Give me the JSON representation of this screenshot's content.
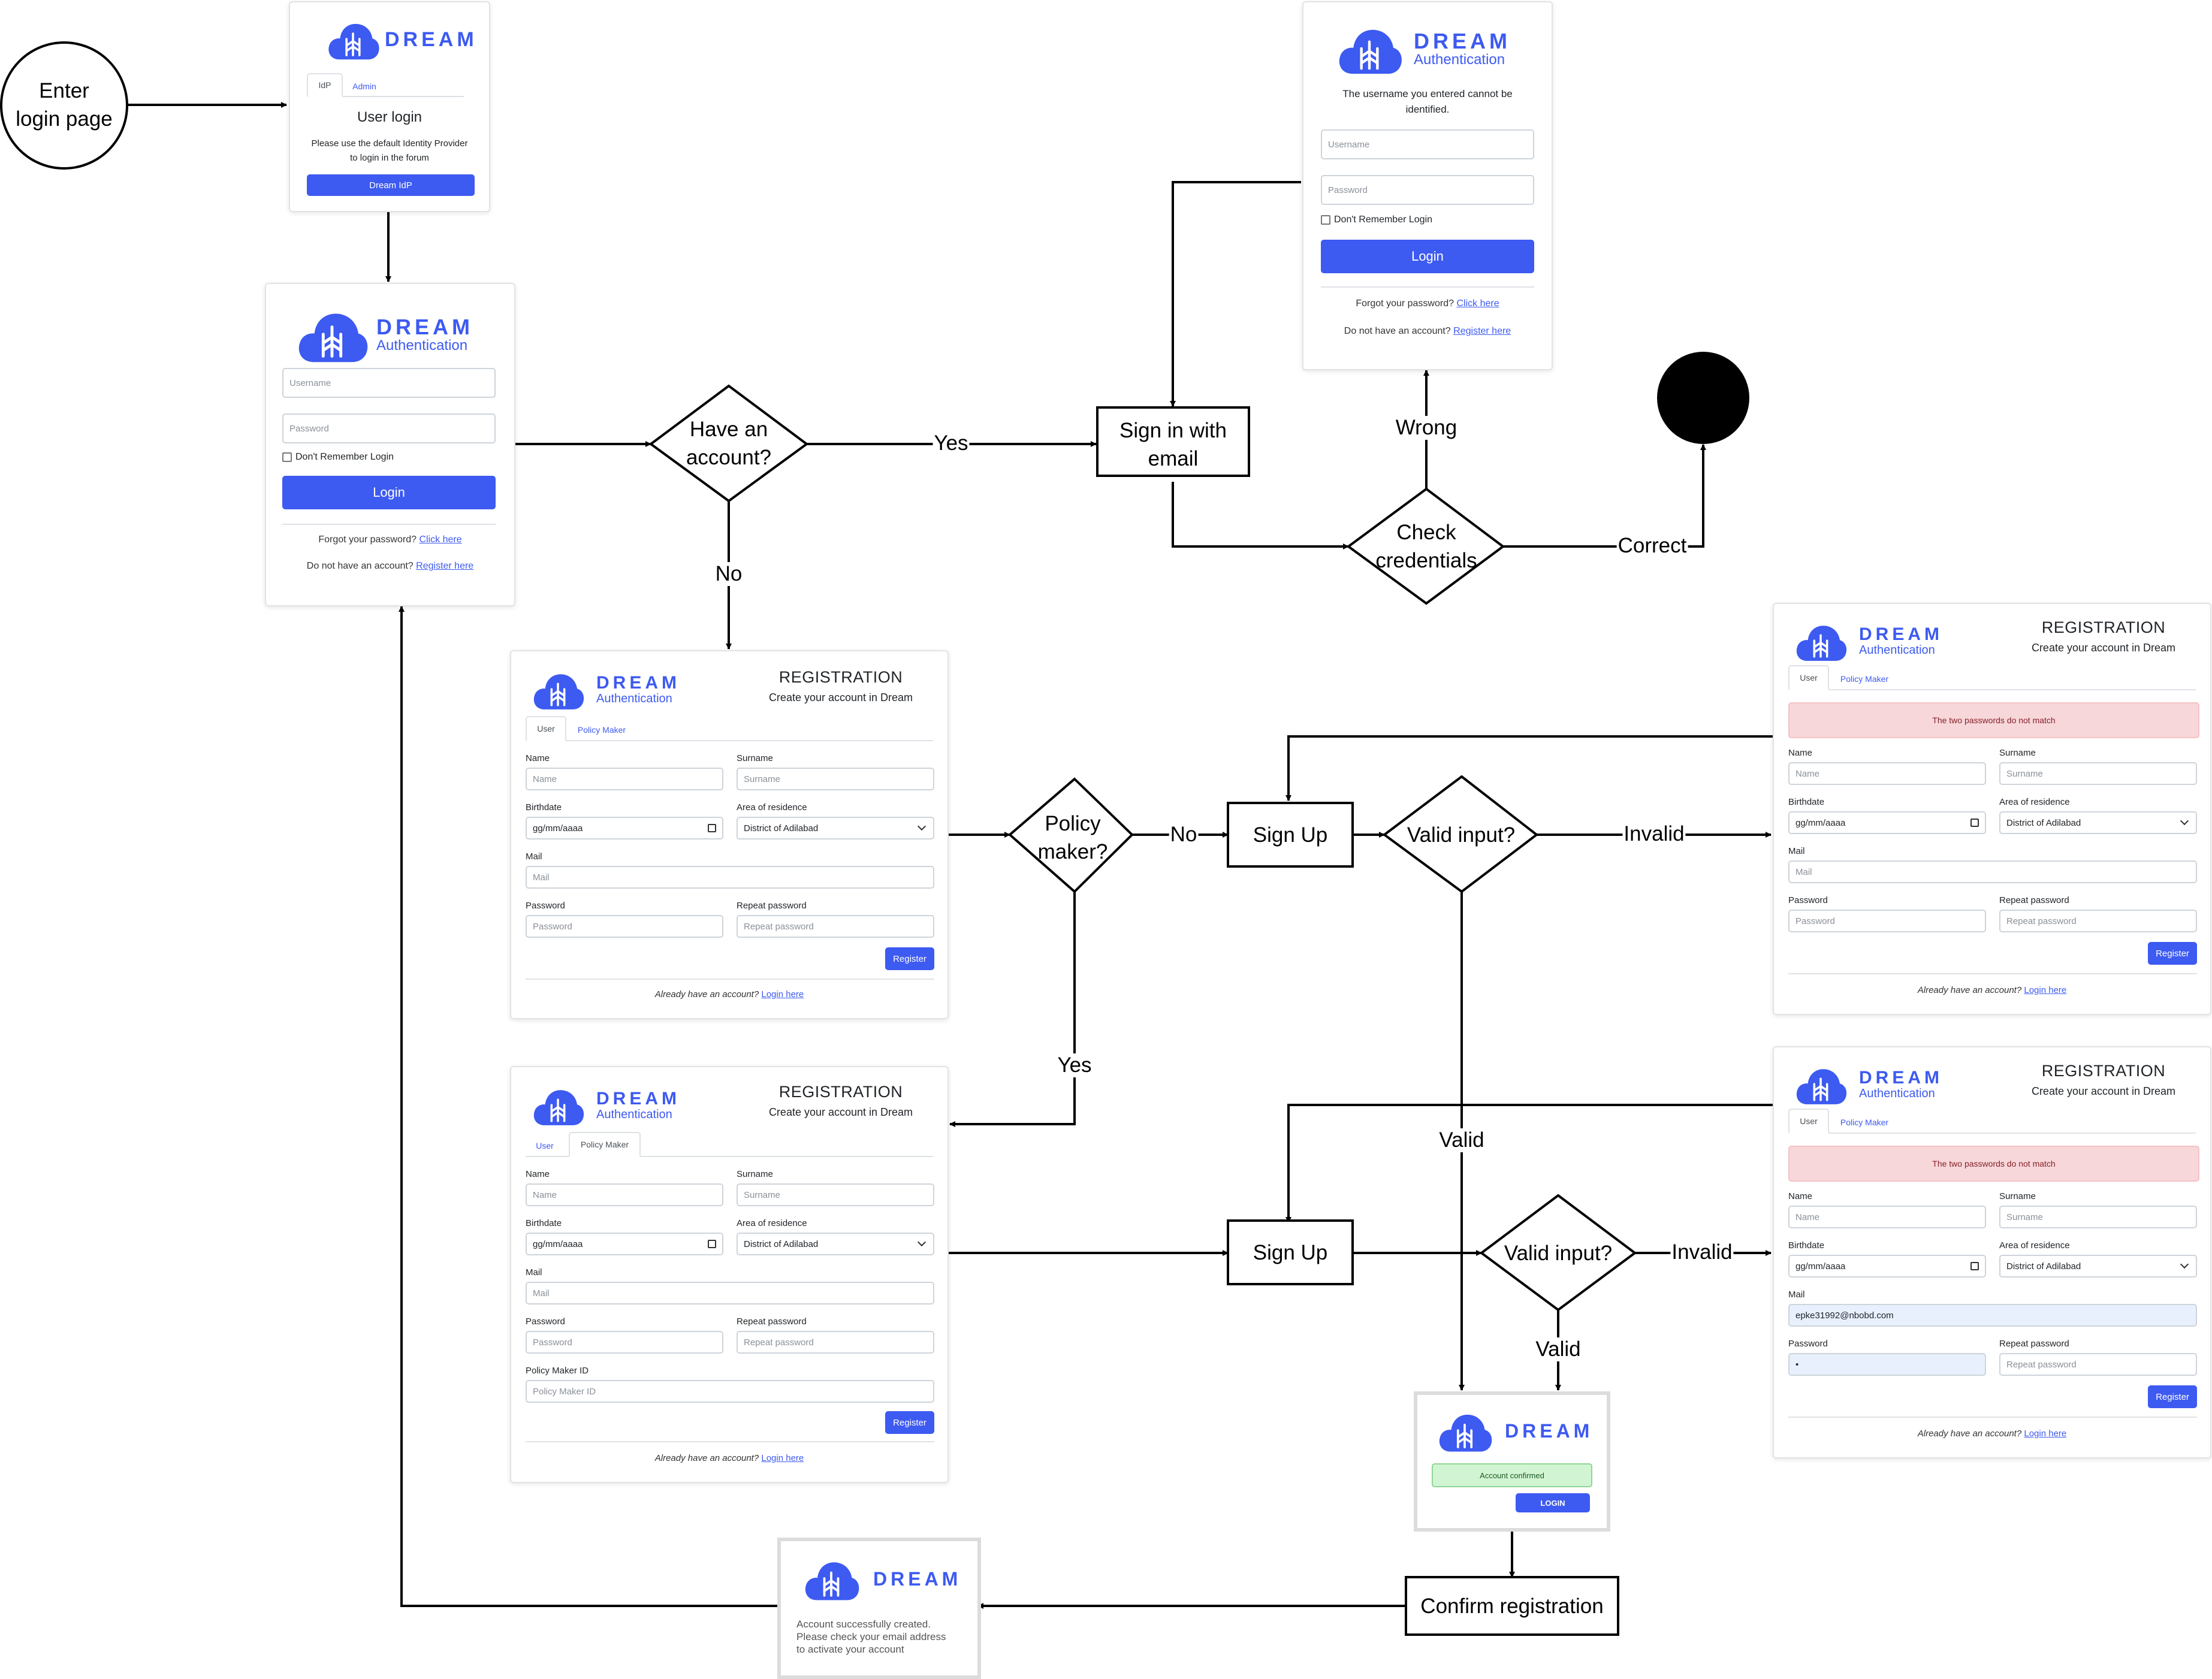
{
  "flow": {
    "enter": [
      "Enter",
      "login page"
    ],
    "have_account": [
      "Have an",
      "account?"
    ],
    "sign_in": [
      "Sign in with",
      "email"
    ],
    "check": [
      "Check",
      "credentials"
    ],
    "policy": [
      "Policy",
      "maker?"
    ],
    "signup_1": "Sign Up",
    "signup_2": "Sign Up",
    "valid_1": "Valid input?",
    "valid_2": "Valid input?",
    "confirm": "Confirm registration"
  },
  "edges": {
    "yes_1": "Yes",
    "no_1": "No",
    "wrong": "Wrong",
    "correct": "Correct",
    "no_2": "No",
    "yes_2": "Yes",
    "invalid_1": "Invalid",
    "valid_1": "Valid",
    "invalid_2": "Invalid",
    "valid_2": "Valid"
  },
  "brand": {
    "name": "DREAM",
    "sub": "Authentication",
    "color": "#3d5af1"
  },
  "idp_login": {
    "tab_idp": "IdP",
    "tab_admin": "Admin",
    "title": "User login",
    "text": [
      "Please use the default Identity Provider",
      "to login in the forum"
    ],
    "button": "Dream IdP"
  },
  "login": {
    "username_ph": "Username",
    "password_ph": "Password",
    "remember": "Don't Remember Login",
    "button": "Login",
    "forgot": "Forgot your password?",
    "forgot_link": "Click here",
    "noacc": "Do not have an account?",
    "noacc_link": "Register here"
  },
  "login_error": {
    "message": [
      "The username you entered cannot be",
      "identified."
    ]
  },
  "registration": {
    "title": "REGISTRATION",
    "subtitle": "Create your account in Dream",
    "tab_user": "User",
    "tab_policy": "Policy Maker",
    "name": "Name",
    "surname": "Surname",
    "birthdate": "Birthdate",
    "birthdate_ph": "gg/mm/aaaa",
    "area": "Area of residence",
    "area_value": "District of Adilabad",
    "mail": "Mail",
    "password": "Password",
    "repeat": "Repeat password",
    "pmid": "Policy Maker ID",
    "button": "Register",
    "already": "Already have an account?",
    "login_link": "Login here",
    "error": "The two passwords do not match",
    "mail_value": "epke31992@nbobd.com",
    "password_value": "•"
  },
  "confirmed": {
    "message": "Account confirmed",
    "button": "LOGIN"
  },
  "created": {
    "message": [
      "Account successfully created.",
      "Please check your email address",
      "to activate your account"
    ]
  }
}
